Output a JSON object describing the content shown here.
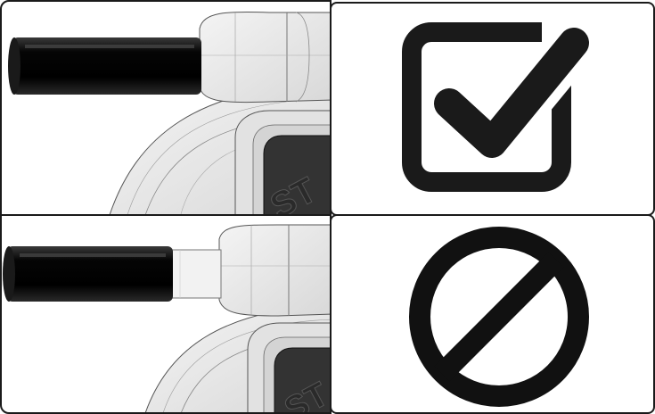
{
  "figure": {
    "rows": [
      {
        "illustration": "handle-fully-inserted",
        "verdict_icon": "checkmark-icon",
        "verdict": "correct"
      },
      {
        "illustration": "handle-partially-inserted",
        "verdict_icon": "prohibited-icon",
        "verdict": "incorrect"
      }
    ],
    "device_label": "ST",
    "colors": {
      "outline": "#1a1a1a",
      "handle": "#0a0a0a",
      "device_body": "#ececec",
      "screen": "#333333",
      "background": "#ffffff"
    }
  }
}
